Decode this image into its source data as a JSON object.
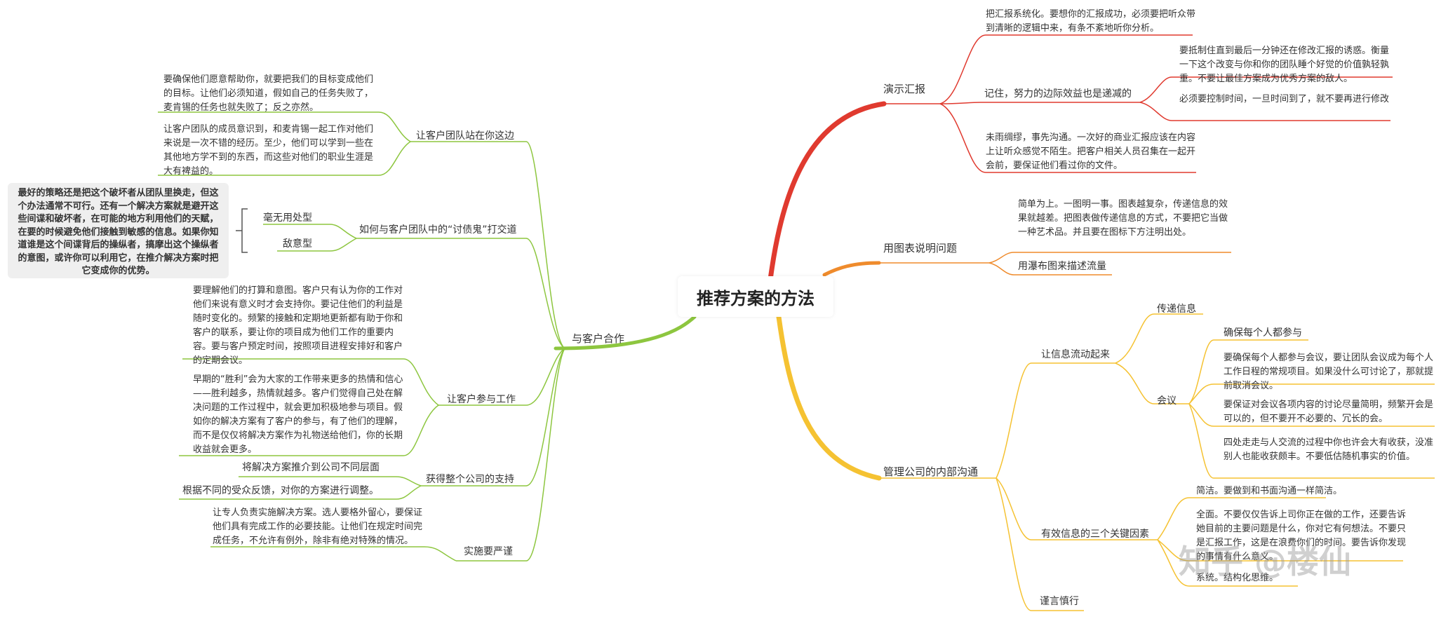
{
  "center": "推荐方案的方法",
  "callout": "最好的策略还是把这个破坏者从团队里换走，但这个办法通常不可行。还有一个解决方案就是避开这些间谍和破坏者，在可能的地方利用他们的天赋，在要的时候避免他们接触到敏感的信息。如果你知道谁是这个间谍背后的操纵者，搞摩出这个操纵者的意图，或许你可以利用它，在推介解决方案时把它变成你的优势。",
  "watermark": "知乎 @楼仙",
  "colors": {
    "red": "#e03a2f",
    "orange": "#ef8b2c",
    "yellow": "#f5c232",
    "green": "#8dc63f"
  },
  "branches": {
    "demo": {
      "label": "演示汇报",
      "n1": "把汇报系统化。要想你的汇报成功，必须要把听众带到清晰的逻辑中来，有条不紊地听你分析。",
      "n2": "记住，努力的边际效益也是递减的",
      "n2a": "要抵制住直到最后一分钟还在修改汇报的诱惑。衡量一下这个改变与你和你的团队睡个好觉的价值孰轻孰重。不要让最佳方案成为优秀方案的敌人。",
      "n2b": "必须要控制时间，一旦时间到了，就不要再进行修改",
      "n3": "未雨绸缪，事先沟通。一次好的商业汇报应该在内容上让听众感觉不陌生。把客户相关人员召集在一起开会前，要保证他们看过你的文件。"
    },
    "chart": {
      "label": "用图表说明问题",
      "n1": "简单为上。一图明一事。图表越复杂，传递信息的效果就越差。把图表做传递信息的方式，不要把它当做一种艺术品。并且要在图标下方注明出处。",
      "n2": "用瀑布图来描述流量"
    },
    "internal": {
      "label": "管理公司的内部沟通",
      "flow": "让信息流动起来",
      "pass": "传递信息",
      "meet": "会议",
      "ensure": "确保每个人都参与",
      "m1": "要确保每个人都参与会议，要让团队会议成为每个人工作日程的常规项目。如果没什么可讨论了，那就提前取消会议。",
      "m2": "要保证对会议各项内容的讨论尽量简明，频繁开会是可以的，但不要开不必要的、冗长的会。",
      "m3": "四处走走与人交流的过程中你也许会大有收获，没准别人也能收获颇丰。不要低估随机事实的价值。",
      "keys": "有效信息的三个关键因素",
      "k1": "简洁。要做到和书面沟通一样简洁。",
      "k2": "全面。不要仅仅告诉上司你正在做的工作，还要告诉她目前的主要问题是什么，你对它有何想法。不要只是汇报工作，这是在浪费你们的时间。要告诉你发现的事情有什么意义。",
      "k3": "系统。结构化思维。",
      "careful": "谨言慎行"
    },
    "client": {
      "label": "与客户合作",
      "side": "让客户团队站在你这边",
      "side1": "要确保他们愿意帮助你，就要把我们的目标变成他们的目标。让他们必须知道，假如自己的任务失败了，麦肯锡的任务也就失败了；反之亦然。",
      "side2": "让客户团队的成员意识到，和麦肯锡一起工作对他们来说是一次不错的经历。至少，他们可以学到一些在其他地方学不到的东西，而这些对他们的职业生涯是大有裨益的。",
      "tough": "如何与客户团队中的“讨债鬼”打交道",
      "useless": "毫无用处型",
      "hostile": "敌意型",
      "involve": "让客户参与工作",
      "inv1": "要理解他们的打算和意图。客户只有认为你的工作对他们来说有意义时才会支持你。要记住他们的利益是随时变化的。频繁的接触和定期地更新都有助于你和客户的联系，要让你的项目成为他们工作的重要内容。要与客户预定时间，按照项目进程安排好和客户的定期会议。",
      "inv2": "早期的“胜利”会为大家的工作带来更多的热情和信心——胜利越多，热情就越多。客户们觉得自己处在解决问题的工作过程中，就会更加积极地参与项目。假如你的解决方案有了客户的参与，有了他们的理解，而不是仅仅将解决方案作为礼物送给他们，你的长期收益就会更多。",
      "support": "获得整个公司的支持",
      "sup1": "将解决方案推介到公司不同层面",
      "sup2": "根据不同的受众反馈，对你的方案进行调整。",
      "strict": "实施要严谨",
      "str1": "让专人负责实施解决方案。选人要格外留心，要保证他们具有完成工作的必要技能。让他们在规定时间完成任务，不允许有例外，除非有绝对特殊的情况。"
    }
  }
}
